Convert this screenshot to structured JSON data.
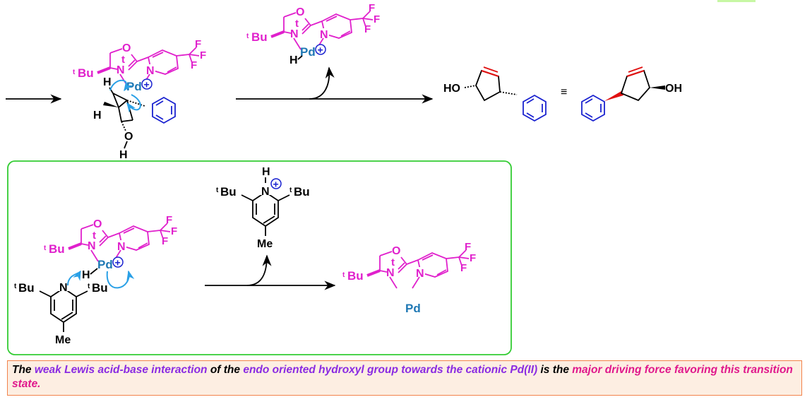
{
  "colors": {
    "ligand": "#e020cc",
    "metal": "#1f78b4",
    "arene": "#1a22d0",
    "alkene": "#e01010",
    "curved_arrow": "#2aa0e6",
    "box_green": "#33cc33",
    "caption_border": "#f2834b",
    "caption_fill": "#fdeee2",
    "caption_purple": "#8a2be2",
    "caption_pink": "#e0188c"
  },
  "labels": {
    "tbu_t": "t",
    "tbu_bu": "Bu",
    "oxygen": "O",
    "nitrogen": "N",
    "fluorine": "F",
    "palladium": "Pd",
    "plus": "+",
    "hydrogen": "H",
    "methyl": "Me",
    "hydroxyl_left": "HO",
    "hydroxyl_right": "OH",
    "equivalent": "≡"
  },
  "caption": {
    "part1": "The ",
    "part2": "weak Lewis acid-base interaction",
    "part3": " of the ",
    "part4": "endo oriented hydroxyl group towards the cationic Pd(II)",
    "part5": " is the ",
    "part6": "major driving force favoring this transition state."
  }
}
